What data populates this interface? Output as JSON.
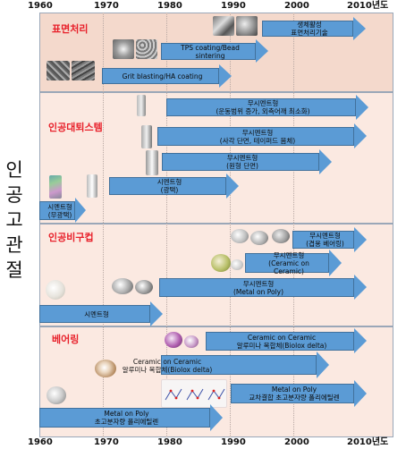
{
  "axis": {
    "top_ticks": [
      "1960",
      "1970",
      "1980",
      "1990",
      "2000",
      "2010년도"
    ],
    "bottom_ticks": [
      "1960",
      "1970",
      "1980",
      "1990",
      "2000",
      "2010년도"
    ]
  },
  "side_title": [
    "인",
    "공",
    "고",
    "관",
    "절"
  ],
  "sections": {
    "surface": {
      "title": "표면처리",
      "arrows": [
        {
          "lines": [
            "생체활성",
            "표면처리기술"
          ]
        },
        {
          "lines": [
            "TPS coating/Bead",
            "sintering"
          ]
        },
        {
          "lines": [
            "Grit blasting/HA coating"
          ]
        }
      ]
    },
    "stem": {
      "title": "인공대퇴스템",
      "arrows": [
        {
          "lines": [
            "무시멘트형",
            "(운동범위 증가, 외측어깨 최소화)"
          ]
        },
        {
          "lines": [
            "무시멘트형",
            "(사각 단면, 테이퍼드 몸체)"
          ]
        },
        {
          "lines": [
            "무시멘트형",
            "(원형 단면)"
          ]
        },
        {
          "lines": [
            "시멘트형",
            "(광택)"
          ]
        },
        {
          "lines": [
            "시멘트형",
            "(무광택)"
          ]
        }
      ]
    },
    "cup": {
      "title": "인공비구컵",
      "arrows": [
        {
          "lines": [
            "무시멘트형",
            "(겹용 베어링)"
          ]
        },
        {
          "lines": [
            "무시멘트형",
            "(Ceramic on",
            "Ceramic)"
          ]
        },
        {
          "lines": [
            "무시멘트형",
            "(Metal on Poly)"
          ]
        },
        {
          "lines": [
            "시멘트형"
          ]
        }
      ]
    },
    "bearing": {
      "title": "베어링",
      "arrows": [
        {
          "lines": [
            "Ceramic on Ceramic",
            "알루미나 복합체(Biolox delta)"
          ]
        },
        {
          "lines": [
            "Ceramic on Ceramic",
            "알루미나 복합체(Biolox delta)"
          ]
        },
        {
          "lines": [
            "Metal on Poly",
            "교차결합 초고분자량 폴리에틸렌"
          ]
        },
        {
          "lines": [
            "Metal on Poly",
            "초고분자량 폴리에틸렌"
          ]
        }
      ]
    }
  },
  "colors": {
    "arrow_fill": "#5b9bd5",
    "category_red": "#e8202a",
    "panel_bg": "#fbe9e1"
  }
}
